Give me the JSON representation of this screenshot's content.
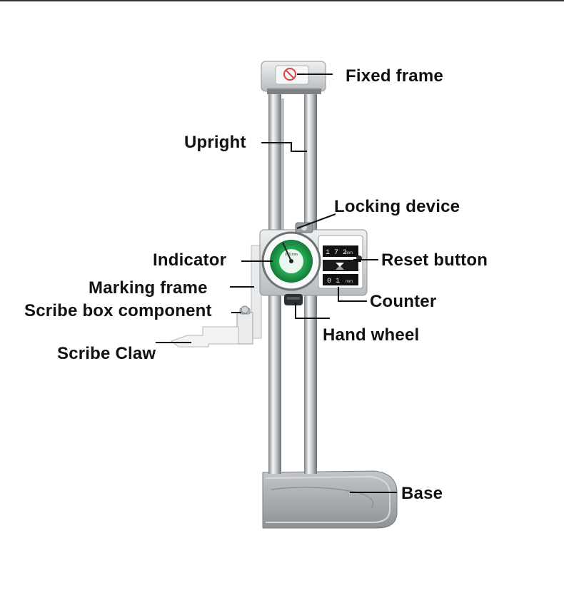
{
  "labels": {
    "fixed_frame": "Fixed frame",
    "upright": "Upright",
    "locking_device": "Locking device",
    "indicator": "Indicator",
    "reset_button": "Reset button",
    "marking_frame": "Marking frame",
    "counter": "Counter",
    "scribe_box_component": "Scribe box component",
    "hand_wheel": "Hand wheel",
    "scribe_claw": "Scribe Claw",
    "base": "Base"
  },
  "counter_readings": {
    "upper": "1 7 2",
    "upper_unit": "mm",
    "lower": "0 1",
    "lower_unit": "mm"
  },
  "colors": {
    "dial_green": "#1f9a4a",
    "steel": "#cfd3d6",
    "cast_base": "#a4a8aa",
    "leader_line": "#111111"
  }
}
